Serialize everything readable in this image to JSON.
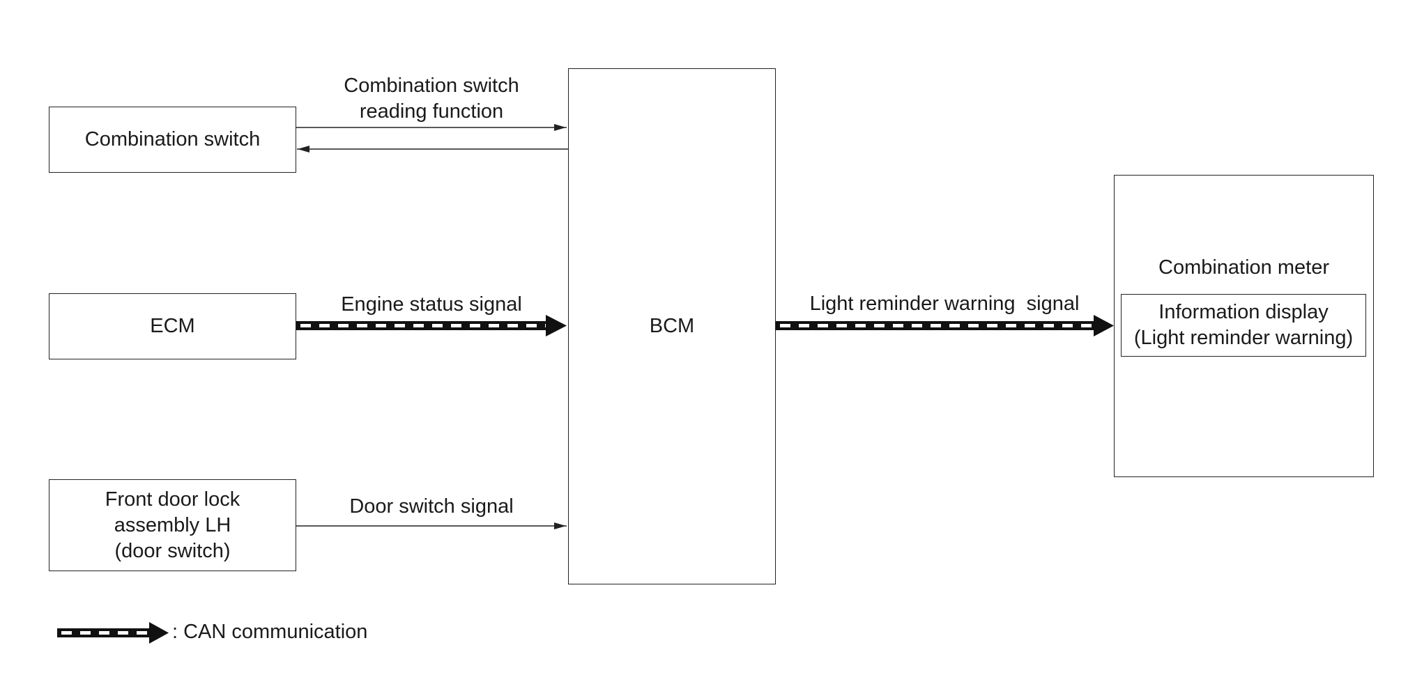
{
  "blocks": {
    "combination_switch": "Combination switch",
    "ecm": "ECM",
    "front_door_lock": [
      "Front door lock",
      "assembly LH",
      "(door switch)"
    ],
    "bcm": "BCM",
    "combination_meter": "Combination meter",
    "information_display": [
      "Information display",
      "(Light reminder warning)"
    ]
  },
  "signals": {
    "combination_switch_reading": [
      "Combination switch",
      "reading function"
    ],
    "engine_status": "Engine status signal",
    "door_switch": "Door switch signal",
    "light_reminder": "Light reminder warning  signal"
  },
  "legend": {
    "label": ": CAN communication"
  }
}
